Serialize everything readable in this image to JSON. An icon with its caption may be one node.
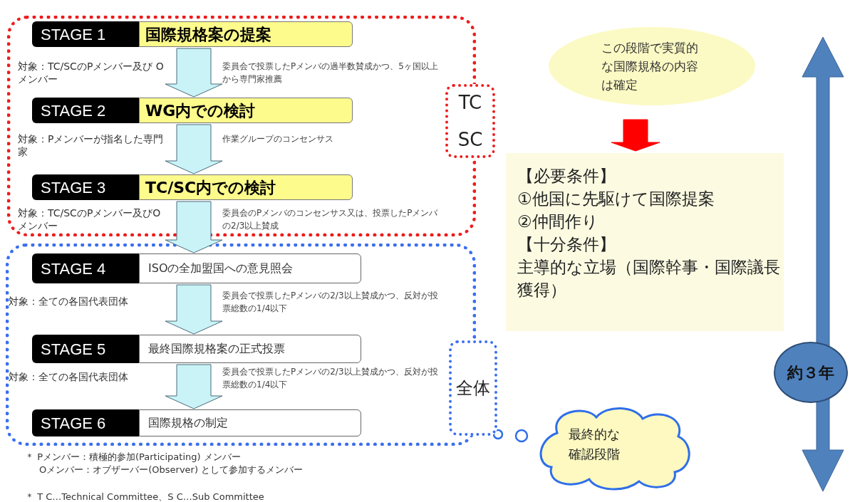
{
  "diagram": {
    "nodes": [
      {
        "text": [
          "TC SC"
        ]
      },
      {
        "text": [
          "STAGE 1",
          "国際規格案の提案"
        ],
        "in": 0
      },
      {
        "text": [
          "STAGE 2",
          "WG内での検討"
        ],
        "in": 0
      },
      {
        "text": [
          "STAGE 3",
          "TC/SC内での検討"
        ],
        "in": 0
      },
      {
        "text": [
          "全体"
        ]
      },
      {
        "text": [
          "STAGE 4",
          "ISOの全加盟国への意見照会"
        ],
        "in": 4
      },
      {
        "text": [
          "STAGE 5",
          "最終国際規格案の正式投票"
        ],
        "in": 4
      },
      {
        "text": [
          "STAGE 6",
          "国際規格の制定"
        ],
        "in": 4
      },
      {
        "text": [
          "この段階で実質的な国際規格の内容は確定"
        ]
      },
      {
        "text": [
          "【必要条件】",
          "①他国に先駆けて国際提案",
          "②仲間作り",
          "【十分条件】",
          "主導的な立場（国際幹事・国際議長獲得）"
        ]
      },
      {
        "text": [
          "最終的な確認段階"
        ]
      },
      {
        "text": [
          "約３年"
        ]
      }
    ],
    "edges": [
      {
        "from": 1,
        "to": 2,
        "arrow": "to"
      },
      {
        "from": 2,
        "to": 3,
        "arrow": "to"
      },
      {
        "from": 3,
        "to": 5,
        "arrow": "to"
      },
      {
        "from": 5,
        "to": 6,
        "arrow": "to"
      },
      {
        "from": 6,
        "to": 7,
        "arrow": "to"
      },
      {
        "from": 8,
        "to": 9,
        "arrow": "to",
        "color": "#ff0000"
      }
    ],
    "labels": [
      "対象：TC/SCのPメンバー及び Oメンバー",
      "委員会で投票したPメンバの過半数賛成かつ、5ヶ国以上から専門家推薦",
      "対象：Pメンバーが指名した専門家",
      "作業グループのコンセンサス",
      "対象：TC/SCのPメンバー及びOメンバー",
      "委員会のPメンバのコンセンサス又は、投票したPメンバの2/3以上賛成",
      "対象：全ての各国代表団体",
      "委員会で投票したPメンバの2/3以上賛成かつ、反対が投票総数の1/4以下",
      "対象：全ての各国代表団体",
      "委員会で投票したPメンバの2/3以上賛成かつ、反対が投票総数の1/4以下",
      "＊ Pメンバー：積極的参加(Participating) メンバー",
      "Oメンバー：オブザーバー(Observer) として参加するメンバー",
      "＊ T C…Technical Committee、S C…Sub Committee"
    ]
  }
}
